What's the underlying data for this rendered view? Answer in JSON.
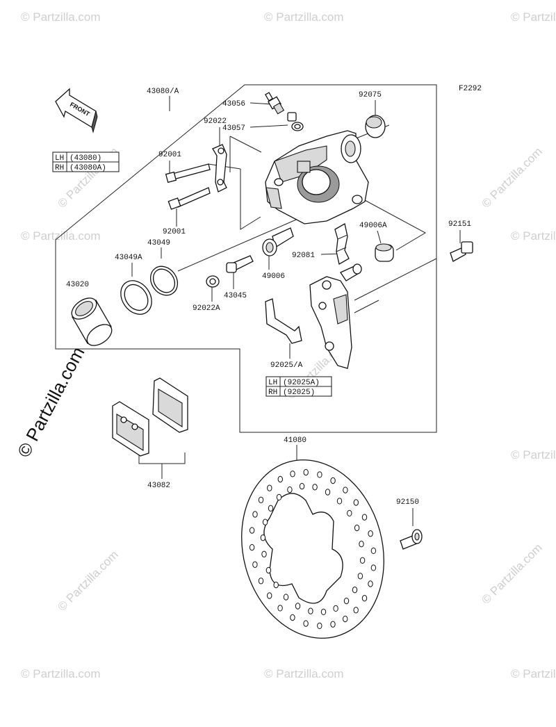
{
  "figure_code": "F2292",
  "front_label": "FRONT",
  "watermark_big": "© Partzilla.com",
  "watermark_small": "© Partzilla.com",
  "parts": {
    "p43080": "43080/A",
    "p43056": "43056",
    "p92075": "92075",
    "p43057": "43057",
    "p92022": "92022",
    "p92001a": "92001",
    "p92001b": "92001",
    "p43049": "43049",
    "p49006a": "49006A",
    "p92151": "92151",
    "p92081": "92081",
    "p43049a": "43049A",
    "p49006": "49006",
    "p43020": "43020",
    "p43045": "43045",
    "p92022a": "92022A",
    "p92025": "92025/A",
    "p41080": "41080",
    "p43082": "43082",
    "p92150": "92150"
  },
  "table_43080": {
    "rows": [
      {
        "side": "LH",
        "part": "(43080)"
      },
      {
        "side": "RH",
        "part": "(43080A)"
      }
    ]
  },
  "table_92025": {
    "rows": [
      {
        "side": "LH",
        "part": "(92025A)"
      },
      {
        "side": "RH",
        "part": "(92025)"
      }
    ]
  }
}
